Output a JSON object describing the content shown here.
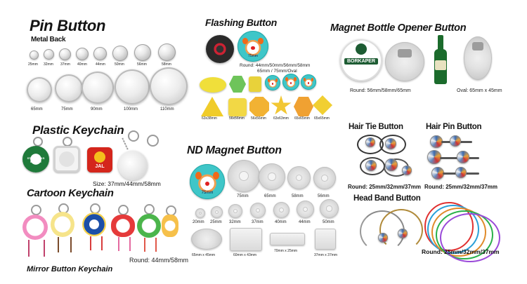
{
  "sections": {
    "pin_button": {
      "title": "Pin Button",
      "subtitle": "Metal Back",
      "small_sizes": [
        "25mm",
        "32mm",
        "37mm",
        "40mm",
        "44mm",
        "50mm",
        "56mm",
        "58mm"
      ],
      "large_sizes": [
        "65mm",
        "75mm",
        "90mm",
        "100mm",
        "110mm"
      ]
    },
    "flashing_button": {
      "title": "Flashing Button",
      "badge_text": "75mm",
      "round_caption_1": "Round: 44mm/50mm/56mm/58mm",
      "round_caption_2": "65mm / 75mm/Oval",
      "shape_labels": [
        "63x38mm",
        "56x56mm",
        "56x56mm",
        "63x63mm",
        "65x65mm",
        "65x65mm"
      ]
    },
    "magnet_bottle_opener": {
      "title": "Magnet  Bottle Opener Button",
      "brand_text": "BORKAPER",
      "round_caption": "Round: 56mm/58mm/65mm",
      "oval_caption": "Oval:  65mm x 45mm"
    },
    "plastic_keychain": {
      "title": "Plastic Keychain",
      "brand_text": "STARBUCKS COFFEE",
      "logo_text": "JAL",
      "size_caption": "Size: 37mm/44mm/58mm"
    },
    "nd_magnet_button": {
      "title": "ND Magnet Button",
      "badge_text": "75mm",
      "row1_sizes": [
        "75mm",
        "65mm",
        "58mm",
        "56mm"
      ],
      "row2_sizes": [
        "20mm",
        "25mm",
        "32mm",
        "37mm",
        "40mm",
        "44mm",
        "50mm"
      ],
      "row3_sizes": [
        "65mm x 45mm",
        "60mm x 43mm",
        "70mm x 25mm",
        "37mm x 37mm"
      ]
    },
    "hair_tie_button": {
      "title": "Hair Tie Button",
      "caption": "Round: 25mm/32mm/37mm"
    },
    "hair_pin_button": {
      "title": "Hair Pin Button",
      "caption": "Round: 25mm/32mm/37mm"
    },
    "cartoon_keychain": {
      "title": "Cartoon Keychain",
      "caption": "Round: 44mm/58mm",
      "footer": "Mirror  Button  Keychain"
    },
    "head_band_button": {
      "title": "Head Band Button",
      "caption": "Round: 25mm/32mm/37mm"
    }
  },
  "colors": {
    "clown_face": "#3fc6c8",
    "title_text": "#141414",
    "starbucks_green": "#1f7a3a",
    "jal_red": "#d4261c",
    "bottle_green": "#1b6b2c"
  }
}
